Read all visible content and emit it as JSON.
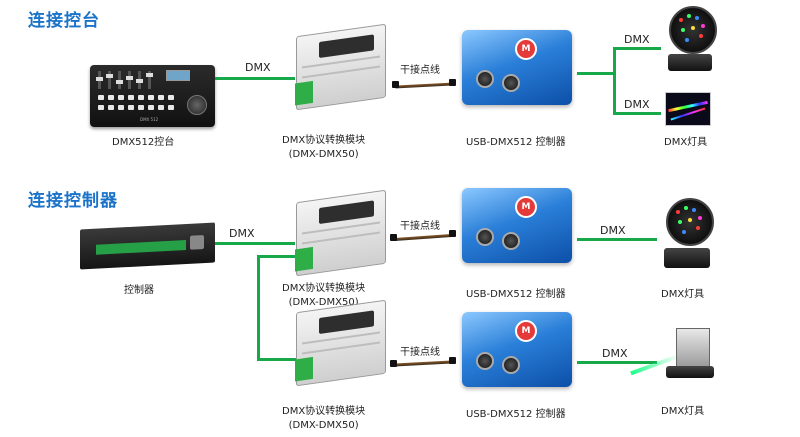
{
  "sections": {
    "console_title": "连接控台",
    "controller_title": "连接控制器"
  },
  "row1": {
    "console_label": "DMX512控台",
    "console_plate": "DMX 512",
    "dmx_label": "DMX",
    "module_label_line1": "DMX协议转换模块",
    "module_label_line2": "(DMX-DMX50)",
    "cable_label": "干接点线",
    "usb_label": "USB-DMX512 控制器",
    "out1_dmx": "DMX",
    "out2_dmx": "DMX",
    "light1_label": "DMX灯具"
  },
  "row2": {
    "controller_label": "控制器",
    "dmx_label": "DMX",
    "module_label_line1": "DMX协议转换模块",
    "module_label_line2": "(DMX-DMX50)",
    "cable_label": "干接点线",
    "usb_label": "USB-DMX512 控制器",
    "out_dmx": "DMX",
    "light_label": "DMX灯具"
  },
  "row3": {
    "module_label_line1": "DMX协议转换模块",
    "module_label_line2": "(DMX-DMX50)",
    "cable_label": "干接点线",
    "usb_label": "USB-DMX512 控制器",
    "out_dmx": "DMX",
    "light_label": "DMX灯具"
  },
  "usb_logo": "M",
  "colors": {
    "title": "#1a73c9",
    "connector_line": "#17a84a",
    "usb_blue": "#2a7fd8",
    "terminal_green": "#2fae47"
  }
}
